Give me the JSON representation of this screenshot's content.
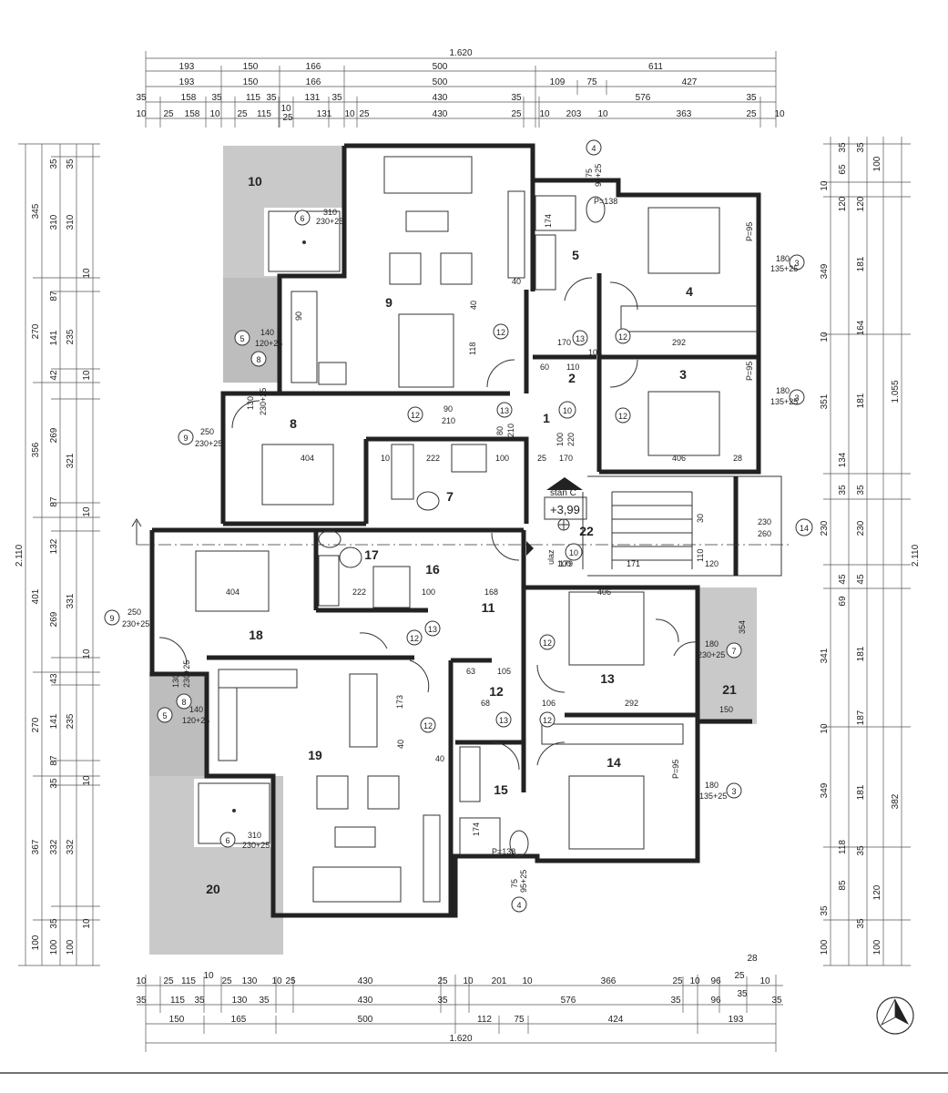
{
  "dims": {
    "top_total": "1.620",
    "top_row1": [
      "193",
      "150",
      "166",
      "500",
      "611"
    ],
    "top_row2": [
      "193",
      "150",
      "166",
      "500",
      "109",
      "75",
      "427"
    ],
    "top_row3": [
      "35",
      "158",
      "35",
      "115",
      "35",
      "131",
      "35",
      "430",
      "35",
      "576",
      "35"
    ],
    "top_row4": [
      "10",
      "25",
      "158",
      "10",
      "25",
      "115",
      "10",
      "25",
      "131",
      "10",
      "25",
      "430",
      "25",
      "10",
      "203",
      "10",
      "363",
      "25",
      "10"
    ],
    "bottom_row1": [
      "10",
      "25",
      "115",
      "10",
      "25",
      "130",
      "10",
      "25",
      "430",
      "25",
      "10",
      "201",
      "10",
      "366",
      "25",
      "10",
      "96",
      "25",
      "10",
      "28"
    ],
    "bottom_row2": [
      "35",
      "115",
      "35",
      "130",
      "35",
      "430",
      "35",
      "576",
      "35",
      "96",
      "35",
      "35"
    ],
    "bottom_row3": [
      "150",
      "165",
      "500",
      "112",
      "75",
      "424",
      "193"
    ],
    "bottom_total": "1.620",
    "left_total": "2.110",
    "left_outer": [
      "345",
      "270",
      "356",
      "401",
      "270",
      "367",
      "100"
    ],
    "left_mid": [
      "35",
      "310",
      "87",
      "141",
      "42",
      "269",
      "87",
      "132",
      "269",
      "43",
      "141",
      "87",
      "35",
      "332",
      "35",
      "100"
    ],
    "left_inner": [
      "35",
      "310",
      "10",
      "235",
      "10",
      "321",
      "10",
      "331",
      "10",
      "235",
      "10",
      "332",
      "10",
      "100"
    ],
    "right_total": "2.110",
    "right_outer": [
      "1.055",
      "382"
    ],
    "right_mid": [
      "35",
      "65",
      "10",
      "120",
      "349",
      "10",
      "351",
      "134",
      "35",
      "230",
      "45",
      "69",
      "341",
      "10",
      "349",
      "118",
      "85",
      "35",
      "100"
    ],
    "right_inner": [
      "35",
      "100",
      "120",
      "181",
      "164",
      "181",
      "35",
      "230",
      "45",
      "181",
      "187",
      "181",
      "35",
      "120",
      "35",
      "100"
    ]
  },
  "rooms": [
    {
      "num": "1"
    },
    {
      "num": "2"
    },
    {
      "num": "3"
    },
    {
      "num": "4"
    },
    {
      "num": "5"
    },
    {
      "num": "7"
    },
    {
      "num": "8"
    },
    {
      "num": "9"
    },
    {
      "num": "10"
    },
    {
      "num": "11"
    },
    {
      "num": "12"
    },
    {
      "num": "13"
    },
    {
      "num": "14"
    },
    {
      "num": "15"
    },
    {
      "num": "16"
    },
    {
      "num": "17"
    },
    {
      "num": "18"
    },
    {
      "num": "19"
    },
    {
      "num": "20"
    },
    {
      "num": "21"
    },
    {
      "num": "22"
    }
  ],
  "stan": {
    "label": "stan C",
    "level": "+3,99",
    "ulaz": "ulaz"
  },
  "openings": {
    "w6_top": {
      "tag": "6",
      "size": "310",
      "sub": "230+25"
    },
    "w5_top": {
      "tag": "5",
      "size": "140",
      "sub": "120+25"
    },
    "w8_top": {
      "tag": "8",
      "size": "130",
      "sub": "230+25"
    },
    "w9_top": {
      "tag": "9",
      "size": "250",
      "sub": "230+25"
    },
    "w3_a": {
      "tag": "3",
      "size": "180",
      "sub": "135+25"
    },
    "w3_b": {
      "tag": "3",
      "size": "180",
      "sub": "135+25"
    },
    "w3_c": {
      "tag": "3",
      "size": "180",
      "sub": "135+25"
    },
    "w14": {
      "tag": "14",
      "size": "230",
      "sub": "260"
    },
    "w9_bot": {
      "tag": "9",
      "size": "250",
      "sub": "230+25"
    },
    "w5_bot": {
      "tag": "5",
      "size": "140",
      "sub": "120+25"
    },
    "w8_bot": {
      "tag": "8",
      "size": "130",
      "sub": "230+25"
    },
    "w6_bot": {
      "tag": "6",
      "size": "310",
      "sub": "230+25"
    },
    "w7": {
      "tag": "7",
      "size": "180",
      "sub": "230+25"
    },
    "w4_top": {
      "tag": "4",
      "size": "75",
      "sub": "95+25"
    },
    "w4_bot": {
      "tag": "4",
      "size": "75",
      "sub": "95+25"
    },
    "d10_a": {
      "tag": "10",
      "size": "100",
      "sub": "220"
    },
    "d10_b": {
      "tag": "10",
      "size": "100",
      "sub": "220"
    },
    "d12": {
      "tag": "12",
      "size": "90",
      "sub": "210"
    },
    "d13": {
      "tag": "13",
      "size": "80",
      "sub": "210"
    }
  },
  "labels": {
    "p95a": "P=95",
    "p95b": "P=95",
    "p95c": "P=95",
    "p138a": "P=138",
    "p138b": "P=138",
    "w404a": "404",
    "w404b": "404",
    "w406a": "406",
    "w406b": "406",
    "w292a": "292",
    "w292b": "292",
    "w222a": "222",
    "w222b": "222",
    "w168": "168",
    "w171": "171",
    "w170a": "170",
    "w170b": "170",
    "w179": "179",
    "w120": "120",
    "w110a": "110",
    "w110b": "110",
    "w150": "150",
    "w354": "354",
    "w104": "104",
    "w106": "106",
    "w100a": "100",
    "w100b": "100",
    "w63": "63",
    "w105": "105",
    "w68": "68",
    "w60": "60",
    "w40a": "40",
    "w40b": "40",
    "w40c": "40",
    "w40d": "40",
    "w173": "173",
    "w118": "118",
    "w174a": "174",
    "w174b": "174",
    "w90": "90",
    "w30": "30",
    "w25": "25",
    "w28": "28",
    "w10": "10"
  }
}
